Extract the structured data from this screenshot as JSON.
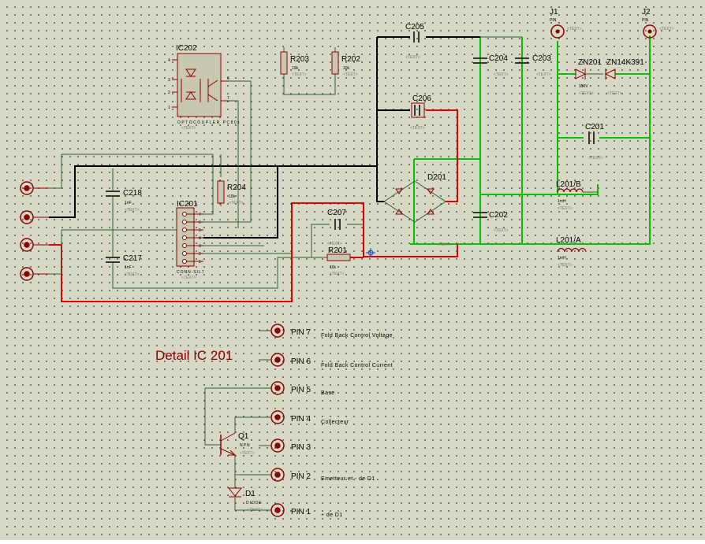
{
  "colors": {
    "background": "#d8d8c6",
    "wire_green": "#00c000",
    "wire_red": "#e00000",
    "wire_black": "#000000",
    "wire_thin": "#2f5f2f",
    "component": "#8b0000",
    "ic_fill": "#c8c8b0"
  },
  "placeholder": "<TEXT>",
  "parts": {
    "ic202": {
      "ref": "IC202",
      "type": "OPTOCOUPLER PC80x",
      "pins": [
        "4",
        "3",
        "2",
        "1",
        "6",
        "7"
      ]
    },
    "ic201": {
      "ref": "IC201",
      "type": "CONN-SIL7",
      "pins": [
        "7",
        "6",
        "5",
        "4",
        "3",
        "2",
        "1"
      ]
    },
    "r203": {
      "ref": "R203",
      "value": "10k"
    },
    "r202": {
      "ref": "R202",
      "value": "10k"
    },
    "r204": {
      "ref": "R204",
      "value": "10k"
    },
    "r201": {
      "ref": "R201",
      "value": "10k"
    },
    "c205": {
      "ref": "C205"
    },
    "c204": {
      "ref": "C204"
    },
    "c203": {
      "ref": "C203"
    },
    "c206": {
      "ref": "C206"
    },
    "c207": {
      "ref": "C207"
    },
    "c202": {
      "ref": "C202"
    },
    "c201": {
      "ref": "C201"
    },
    "c218": {
      "ref": "C218",
      "value": "1nF"
    },
    "c217": {
      "ref": "C217",
      "value": "1nF"
    },
    "d201": {
      "ref": "D201"
    },
    "j1": {
      "ref": "J1",
      "type": "PIN"
    },
    "j2": {
      "ref": "J2",
      "type": "PIN"
    },
    "zn201": {
      "ref": "ZN201",
      "value": "350V"
    },
    "zn14k391": {
      "ref": "ZN14K391"
    },
    "l201b": {
      "ref": "L201/B",
      "value": "1mH"
    },
    "l201a": {
      "ref": "L201/A",
      "value": "1mH"
    },
    "q1": {
      "ref": "Q1",
      "type": "NPN"
    },
    "d1": {
      "ref": "D1",
      "type": "DIODE"
    }
  },
  "detail": {
    "title": "Detail IC 201",
    "pins": [
      {
        "label": "PIN 7",
        "desc": "Fold Back Control Voltage"
      },
      {
        "label": "PIN 6",
        "desc": "Fold Back Control Current"
      },
      {
        "label": "PIN 5",
        "desc": "Base"
      },
      {
        "label": "PIN 4",
        "desc": "Collecteur"
      },
      {
        "label": "PIN 3",
        "desc": ""
      },
      {
        "label": "PIN 2",
        "desc": "Emetteur et - de D1"
      },
      {
        "label": "PIN 1",
        "desc": "+ de D1"
      }
    ]
  }
}
